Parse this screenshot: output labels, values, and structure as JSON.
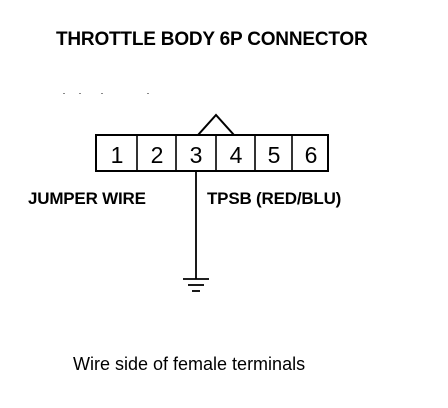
{
  "diagram": {
    "title": "THROTTLE BODY 6P CONNECTOR",
    "connector": {
      "pins": [
        "1",
        "2",
        "3",
        "4",
        "5",
        "6"
      ]
    },
    "labels": {
      "jumper_wire": "JUMPER WIRE",
      "tpsb": "TPSB (RED/BLU)"
    },
    "caption": "Wire side of female terminals"
  }
}
